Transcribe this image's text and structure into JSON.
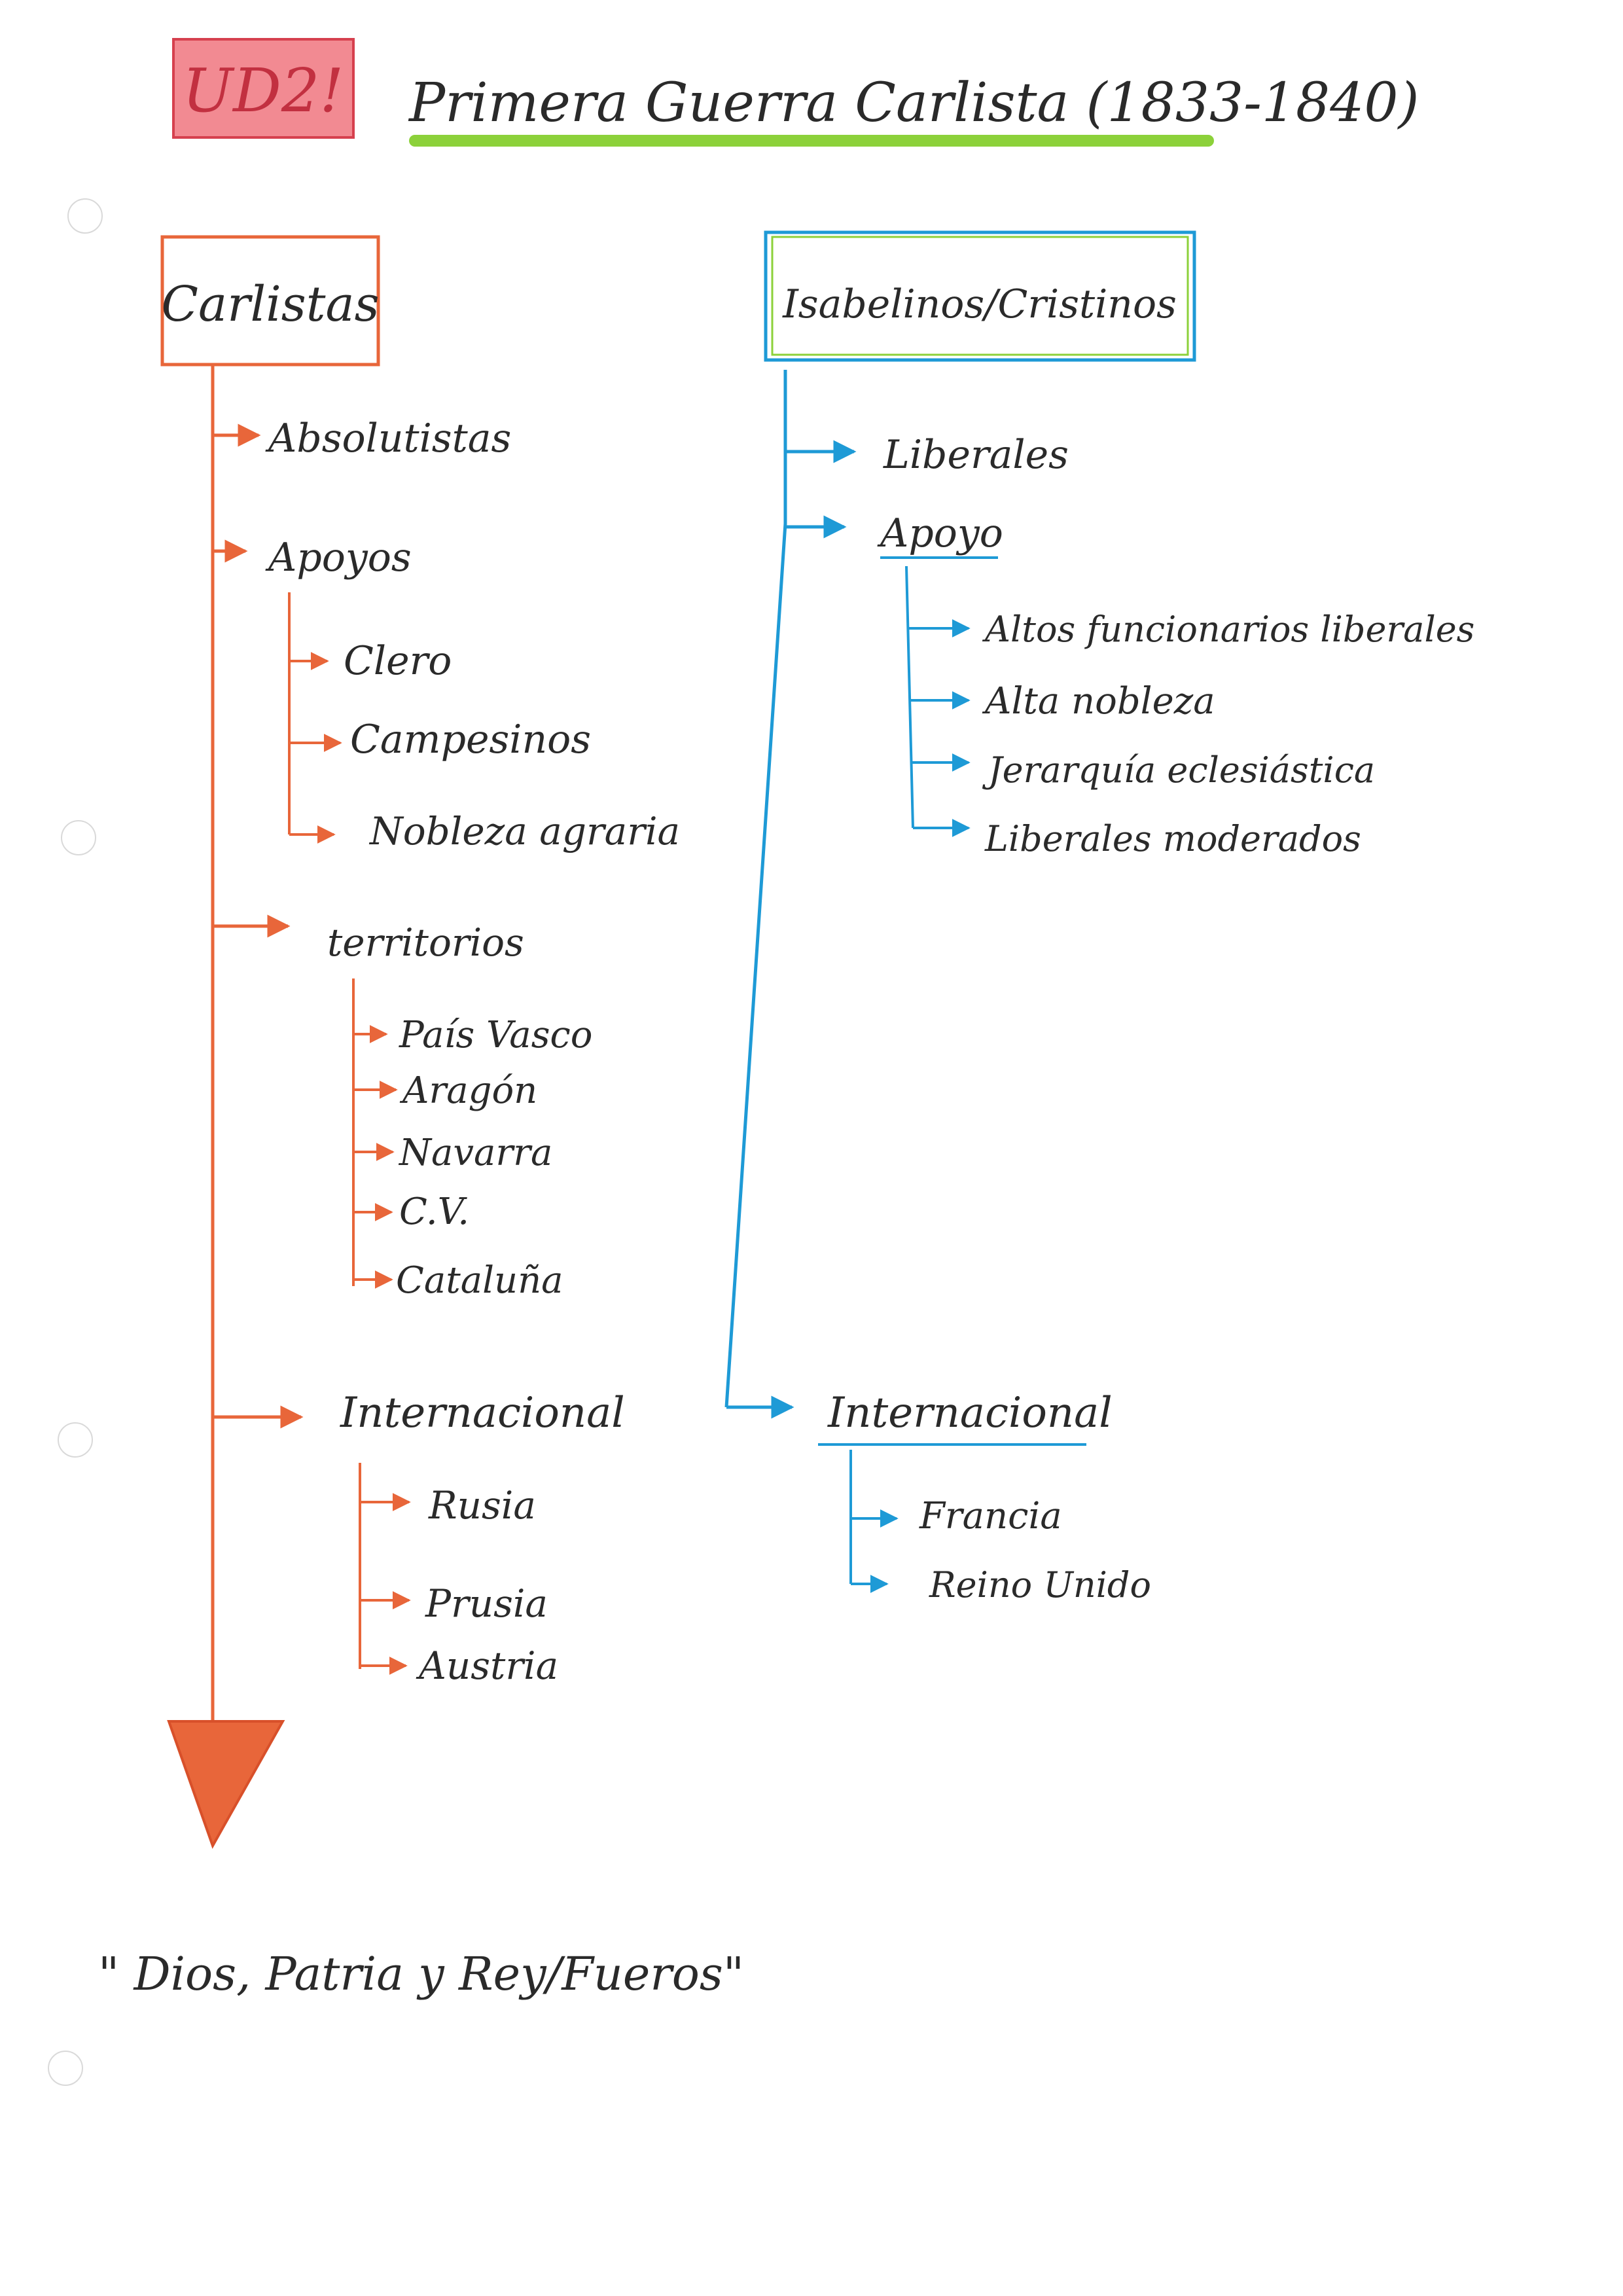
{
  "header": {
    "unit_label": "UD2!",
    "title": "Primera Guerra Carlista (1833-1840)"
  },
  "carlistas": {
    "root": "Carlistas",
    "ideology": "Absolutistas",
    "support_label": "Apoyos",
    "supports": [
      "Clero",
      "Campesinos",
      "Nobleza agraria"
    ],
    "territory_label": "territorios",
    "territories": [
      "País Vasco",
      "Aragón",
      "Navarra",
      "C.V.",
      "Cataluña"
    ],
    "international_label": "Internacional",
    "international": [
      "Rusia",
      "Prusia",
      "Austria"
    ]
  },
  "isabelinos": {
    "root": "Isabelinos/Cristinos",
    "ideology": "Liberales",
    "support_label": "Apoyo",
    "supports": [
      "Altos funcionarios liberales",
      "Alta nobleza",
      "Jerarquía eclesiástica",
      "Liberales moderados"
    ],
    "international_label": "Internacional",
    "international": [
      "Francia",
      "Reino Unido"
    ]
  },
  "quote": "\" Dios, Patria y Rey/Fueros\"",
  "colors": {
    "carlistas": "#e8663a",
    "isabelinos": "#1e9ad6",
    "title_underline": "#8cd13a",
    "unit_box": "#f07a86"
  }
}
